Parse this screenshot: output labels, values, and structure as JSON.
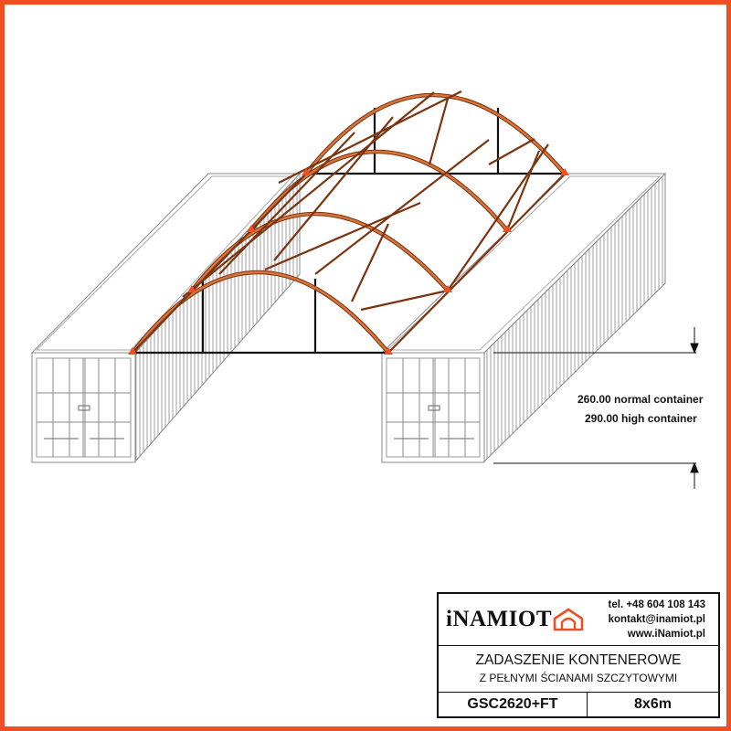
{
  "colors": {
    "frame": "#f04e23",
    "arch": "#c8612a",
    "arch_dark": "#7a3410",
    "container_line": "#8a8a8a",
    "black": "#111111"
  },
  "dimensions": {
    "normal": "260.00 normal container",
    "high": "290.00 high container"
  },
  "title_block": {
    "logo_text": "iNAMIOT",
    "logo_icon": "house-tent-icon",
    "phone": "tel. +48 604 108 143",
    "email": "kontakt@inamiot.pl",
    "website": "www.iNamiot.pl",
    "title_line1": "ZADASZENIE KONTENEROWE",
    "title_line2": "Z PEŁNYMI ŚCIANAMI SZCZYTOWYMI",
    "model": "GSC2620+FT",
    "size": "8x6m"
  }
}
